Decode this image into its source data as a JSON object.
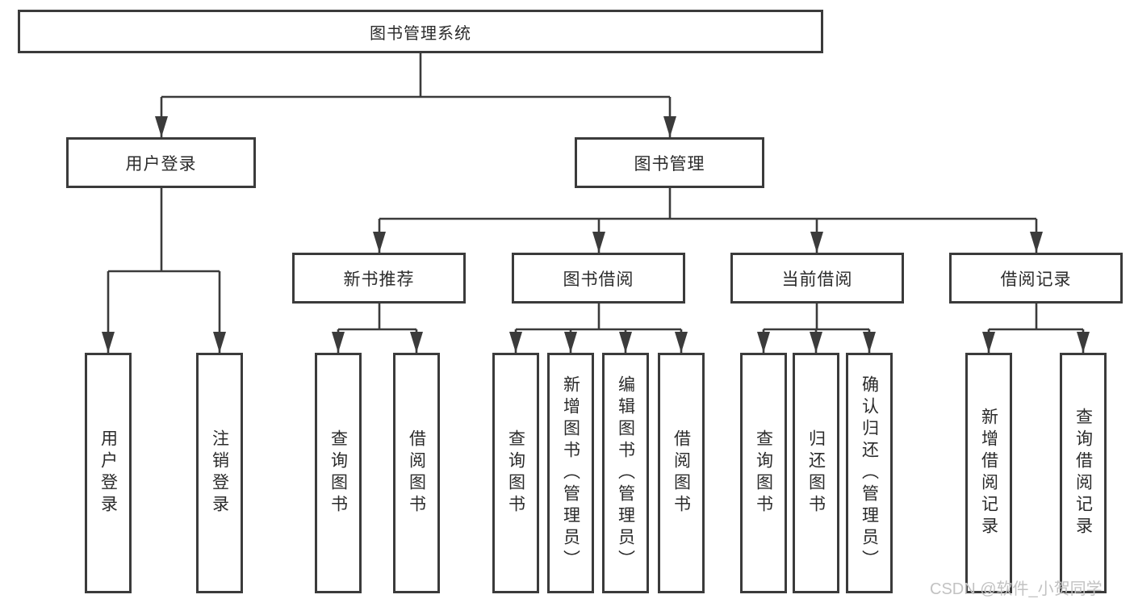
{
  "tree": {
    "root": {
      "label": "图书管理系统",
      "children": [
        {
          "label": "用户登录",
          "children": [
            {
              "label": "用户登录"
            },
            {
              "label": "注销登录"
            }
          ]
        },
        {
          "label": "图书管理",
          "children": [
            {
              "label": "新书推荐",
              "children": [
                {
                  "label": "查询图书"
                },
                {
                  "label": "借阅图书"
                }
              ]
            },
            {
              "label": "图书借阅",
              "children": [
                {
                  "label": "查询图书"
                },
                {
                  "label": "新增图书（管理员）"
                },
                {
                  "label": "编辑图书（管理员）"
                },
                {
                  "label": "借阅图书"
                }
              ]
            },
            {
              "label": "当前借阅",
              "children": [
                {
                  "label": "查询图书"
                },
                {
                  "label": "归还图书"
                },
                {
                  "label": "确认归还（管理员）"
                }
              ]
            },
            {
              "label": "借阅记录",
              "children": [
                {
                  "label": "新增借阅记录"
                },
                {
                  "label": "查询借阅记录"
                }
              ]
            }
          ]
        }
      ]
    }
  },
  "watermark": {
    "text": "CSDN @软件_小贺同学"
  },
  "colors": {
    "line": "#3b3b3b",
    "text": "#2b2b2b",
    "watermark": "#c2c2c2",
    "background": "#ffffff"
  }
}
